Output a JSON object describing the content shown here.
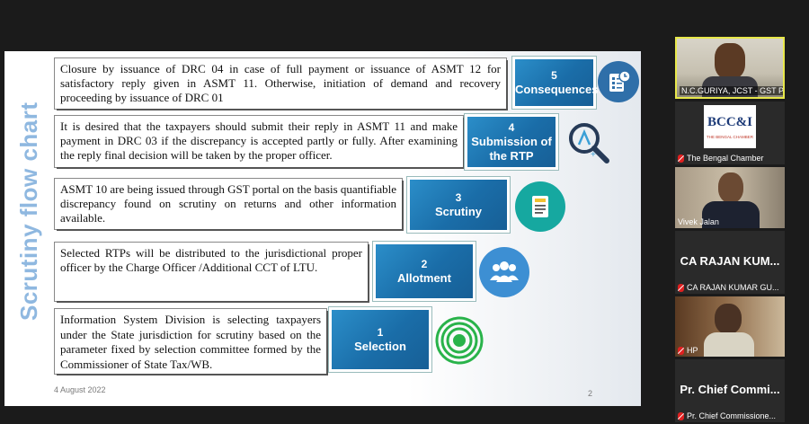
{
  "slide": {
    "vertical_title": "Scrutiny flow chart",
    "date": "4 August 2022",
    "page_number": "2",
    "steps": [
      {
        "number": "5",
        "label": "Consequences",
        "text": "Closure by issuance of  DRC 04 in case  of full payment or issuance of ASMT 12 for satisfactory reply given in ASMT 11. Otherwise, initiation of  demand and recovery proceeding by issuance of DRC 01",
        "icon": "checklist-clock-icon"
      },
      {
        "number": "4",
        "label": "Submission of the RTP",
        "text": "It is desired that the taxpayers should submit  their reply in ASMT 11 and make payment in DRC 03 if the discrepancy is accepted partly or fully. After examining the reply  final decision will be taken by the proper officer.",
        "icon": "magnifier-icon"
      },
      {
        "number": "3",
        "label": "Scrutiny",
        "text": "ASMT 10 are being issued through GST portal on the basis quantifiable discrepancy found on scrutiny on returns and other information available.",
        "icon": "document-icon"
      },
      {
        "number": "2",
        "label": "Allotment",
        "text": "Selected RTPs will be distributed to the jurisdictional proper officer by the Charge Officer /Additional CCT of LTU.",
        "icon": "people-group-icon"
      },
      {
        "number": "1",
        "label": "Selection",
        "text": "Information System Division is selecting taxpayers under the State jurisdiction for scrutiny based on the parameter fixed by selection committee formed by the Commissioner of State Tax/WB.",
        "icon": "target-icon"
      }
    ]
  },
  "participants": [
    {
      "name": "N.C.GURIYA, JCST - GST P...",
      "type": "video",
      "active_speaker": true
    },
    {
      "name": "The Bengal Chamber",
      "logo_text": "BCC&I",
      "logo_sub": "THE BENGAL CHAMBER",
      "muted": true
    },
    {
      "name": "Vivek Jalan",
      "type": "video"
    },
    {
      "display_name": "CA RAJAN KUM...",
      "name": "CA RAJAN KUMAR GU...",
      "muted": true
    },
    {
      "name": "HP",
      "type": "video",
      "muted": true
    },
    {
      "display_name": "Pr. Chief Commi...",
      "name": "Pr. Chief Commissione...",
      "muted": true
    }
  ],
  "colors": {
    "accent": "#1f78b8",
    "active_border": "#e8e84a",
    "title_color": "#8fb8e0"
  }
}
